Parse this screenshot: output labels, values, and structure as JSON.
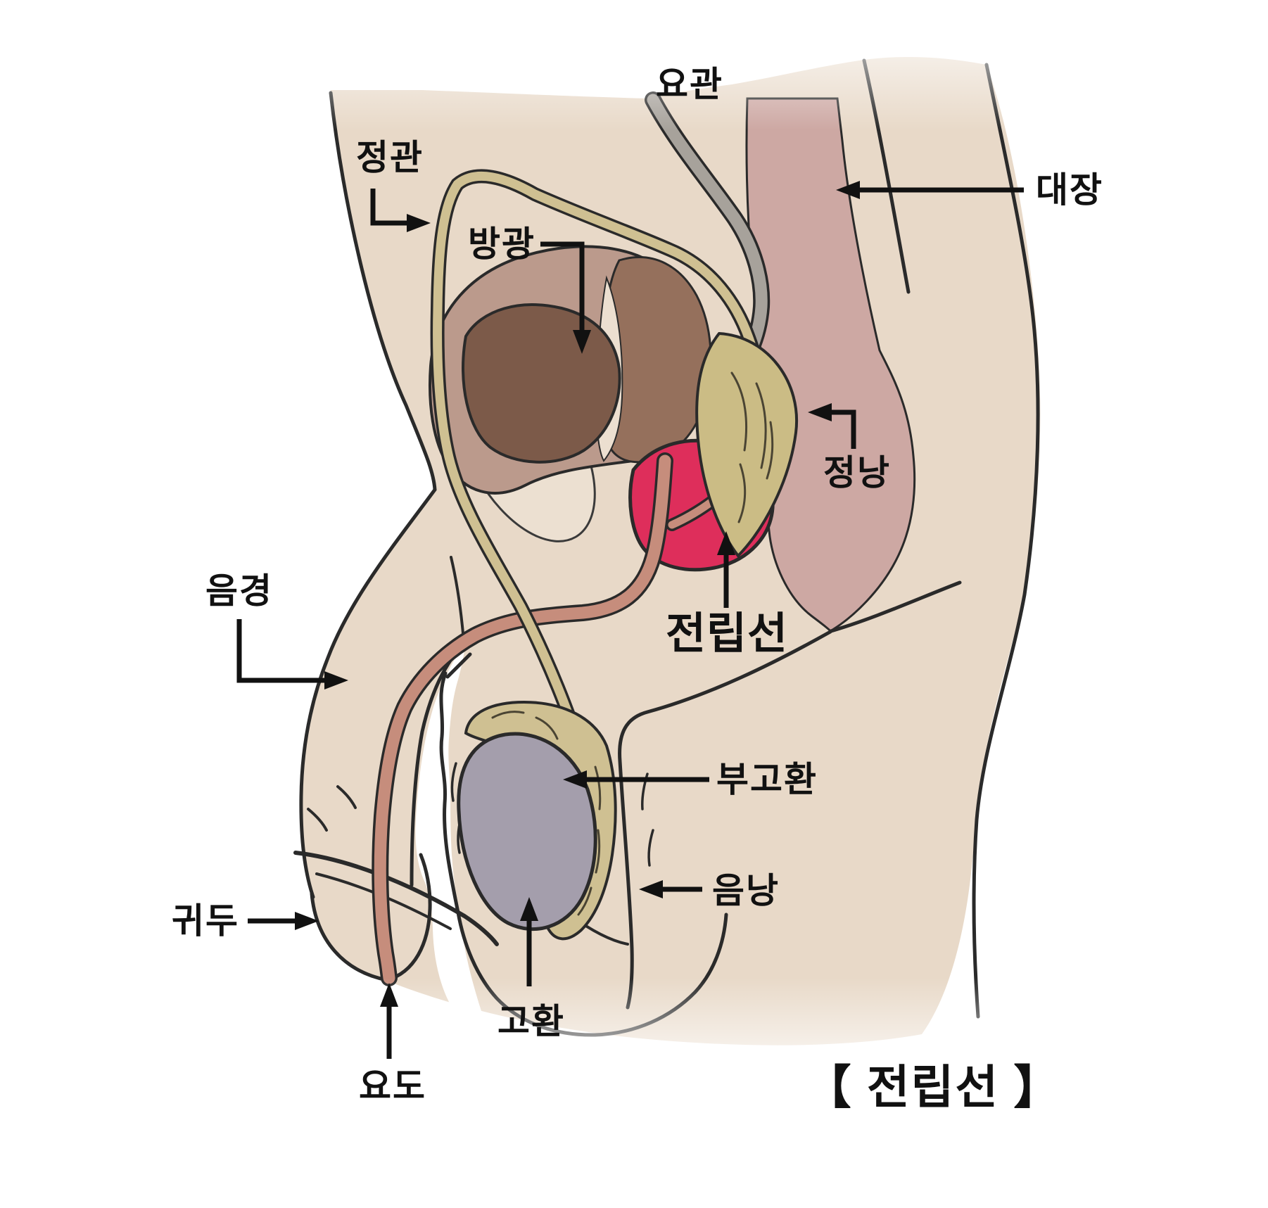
{
  "figure": {
    "title": "【 전립선 】",
    "labels": {
      "ureter": "요관",
      "vas_deferens": "정관",
      "bladder": "방광",
      "colon": "대장",
      "seminal_vesicle": "정낭",
      "penis": "음경",
      "prostate": "전립선",
      "epididymis": "부고환",
      "scrotum": "음낭",
      "glans": "귀두",
      "testis": "고환",
      "urethra": "요도"
    },
    "colors": {
      "skin": "#e8d9c8",
      "colon": "#cda8a3",
      "bladder_wall": "#bb9a8c",
      "bladder_inner": "#7c5a49",
      "bladder_lobe": "#95705c",
      "bone": "#ece0d1",
      "prostate": "#de2e5b",
      "urethra": "#c68d7c",
      "duct_tan": "#cfc092",
      "seminal_vesicle": "#cbbc85",
      "ureter_gray": "#a7a29b",
      "testis": "#a49eac",
      "outline": "#2a2a2a"
    }
  }
}
